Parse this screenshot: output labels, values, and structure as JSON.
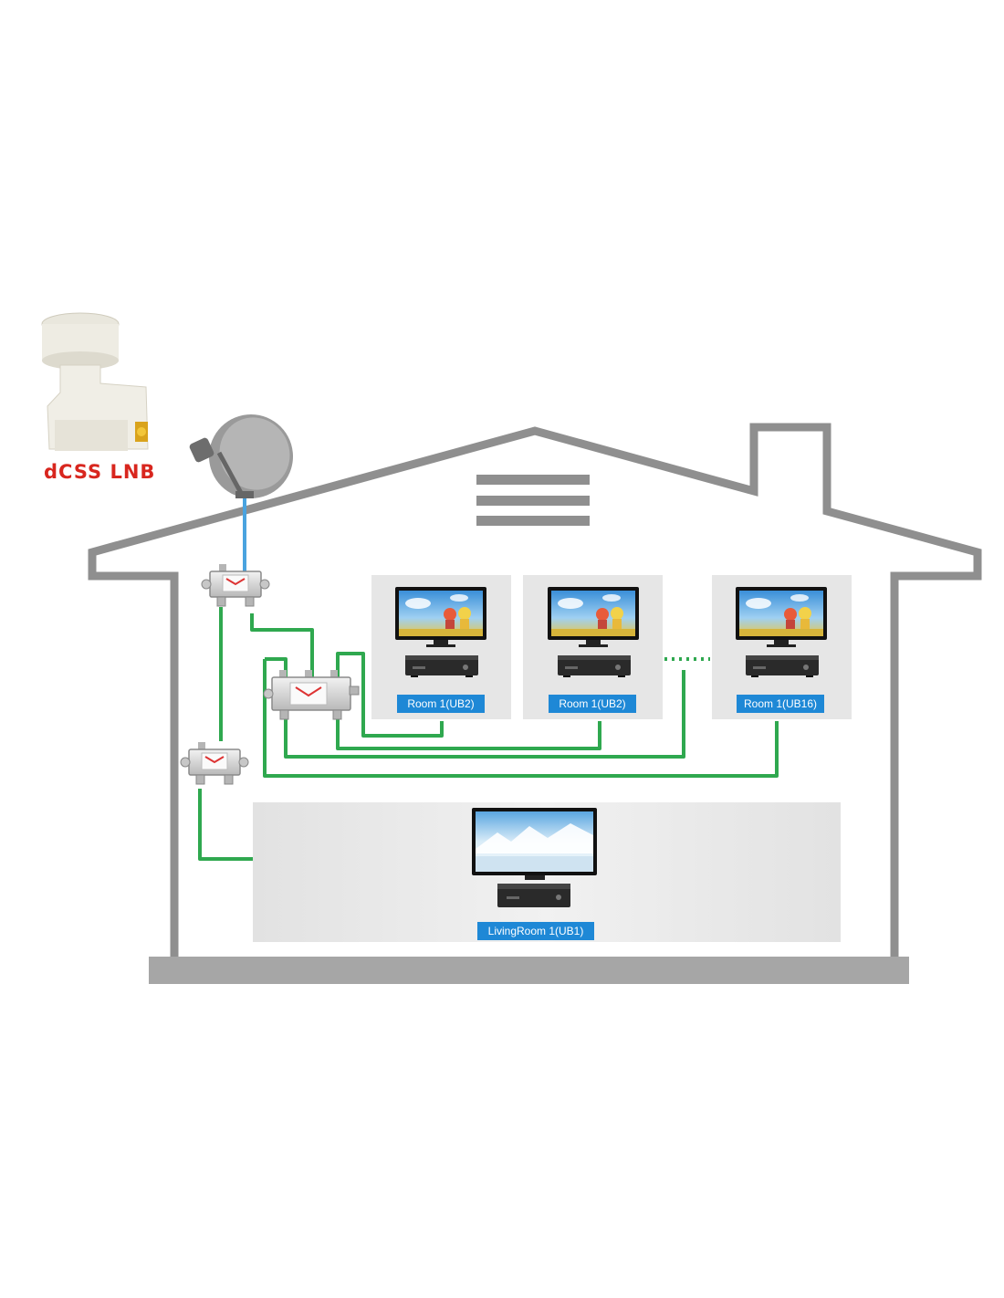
{
  "lnb": {
    "label": "dCSS LNB"
  },
  "rooms": [
    {
      "label": "Room 1(UB2)"
    },
    {
      "label": "Room 1(UB2)"
    },
    {
      "label": "Room 1(UB16)"
    }
  ],
  "living_room": {
    "label": "LivingRoom 1(UB1)"
  },
  "colors": {
    "house_outline": "#8f8f8f",
    "cable_green": "#2fa84f",
    "cable_blue": "#4aa3df",
    "lnb_label": "#d8261e",
    "room_tag": "#1e88d6",
    "room_panel": "#e6e6e6"
  },
  "icons": [
    "lnb-icon",
    "satellite-dish-icon",
    "splitter-icon",
    "tv-icon",
    "set-top-box-icon"
  ]
}
